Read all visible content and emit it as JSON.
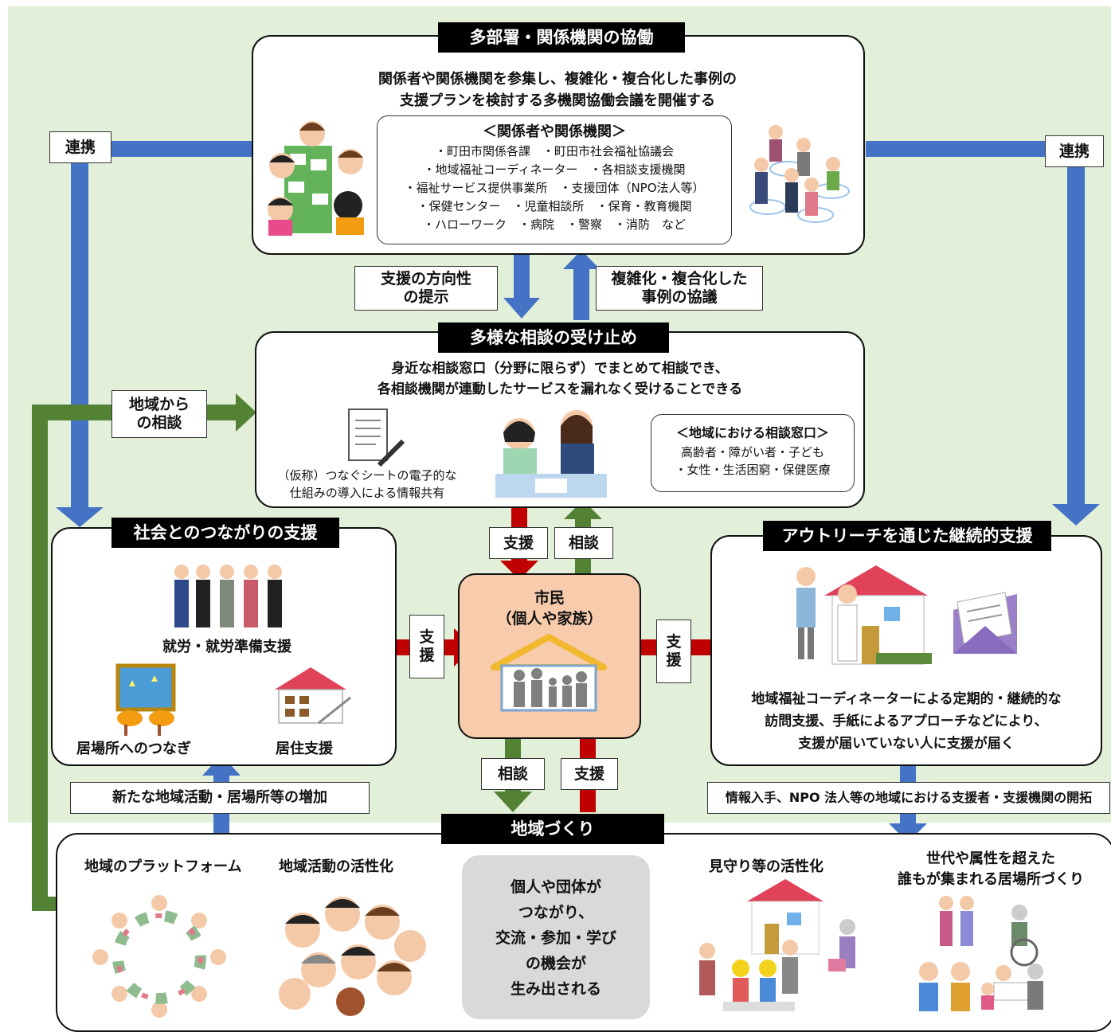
{
  "collab": {
    "title": "多部署・関係機関の協働",
    "desc": [
      "関係者や関係機関を参集し、複雑化・複合化した事例の",
      "支援プランを検討する多機関協働会議を開催する"
    ],
    "members_title": "＜関係者や関係機関＞",
    "members": [
      "・町田市関係各課　・町田市社会福祉協議会",
      "・地域福祉コーディネーター　・各相談支援機関",
      "・福祉サービス提供事業所　・支援団体（NPO法人等）",
      "・保健センター　・児童相談所　・保育・教育機関",
      "・ハローワーク　・病院　・警察　・消防　など"
    ]
  },
  "renkei_left": "連携",
  "renkei_right": "連携",
  "direction_label": "支援の方向性\nの提示",
  "complex_label": "複雑化・複合化した\n事例の協議",
  "consult": {
    "title": "多様な相談の受け止め",
    "desc": [
      "身近な相談窓口（分野に限らず）でまとめて相談でき、",
      "各相談機関が連動したサービスを漏れなく受けることできる"
    ],
    "sheet_note": [
      "（仮称）つなぐシートの電子的な",
      "仕組みの導入による情報共有"
    ],
    "window_title": "＜地域における相談窓口＞",
    "window_items": [
      "高齢者・障がい者・子ども",
      "・女性・生活困窮・保健医療"
    ]
  },
  "local_consult_label": "地域から\nの相談",
  "social": {
    "title": "社会とのつながりの支援",
    "work": "就労・就労準備支援",
    "place": "居場所へのつなぎ",
    "housing": "居住支援"
  },
  "outreach": {
    "title": "アウトリーチを通じた継続的支援",
    "desc": [
      "地域福祉コーディネーターによる定期的・継続的な",
      "訪問支援、手紙によるアプローチなどにより、",
      "支援が届いていない人に支援が届く"
    ]
  },
  "citizen": {
    "title": "市民",
    "subtitle": "（個人や家族）"
  },
  "arrows": {
    "support_top": "支援",
    "consult_top": "相談",
    "support_left": "支\n援",
    "support_right": "支\n援",
    "consult_bottom": "相談",
    "support_bottom": "支援"
  },
  "new_activity_label": "新たな地域活動・居場所等の増加",
  "info_label": "情報入手、NPO 法人等の地域における支援者・支援機関の開拓",
  "community": {
    "title": "地域づくり",
    "platform": "地域のプラットフォーム",
    "activation": "地域活動の活性化",
    "center_text": [
      "個人や団体が",
      "つながり、",
      "交流・参加・学び",
      "の機会が",
      "生み出される"
    ],
    "watch": "見守り等の活性化",
    "place_title": [
      "世代や属性を超えた",
      "誰もが集まれる居場所づくり"
    ]
  },
  "colors": {
    "blue_arrow": "#4472c4",
    "green_arrow": "#548235",
    "red_arrow": "#c00000",
    "citizen_bg": "#f8cbad",
    "center_gray": "#d9d9d9",
    "background_green": "#e2efd9"
  }
}
